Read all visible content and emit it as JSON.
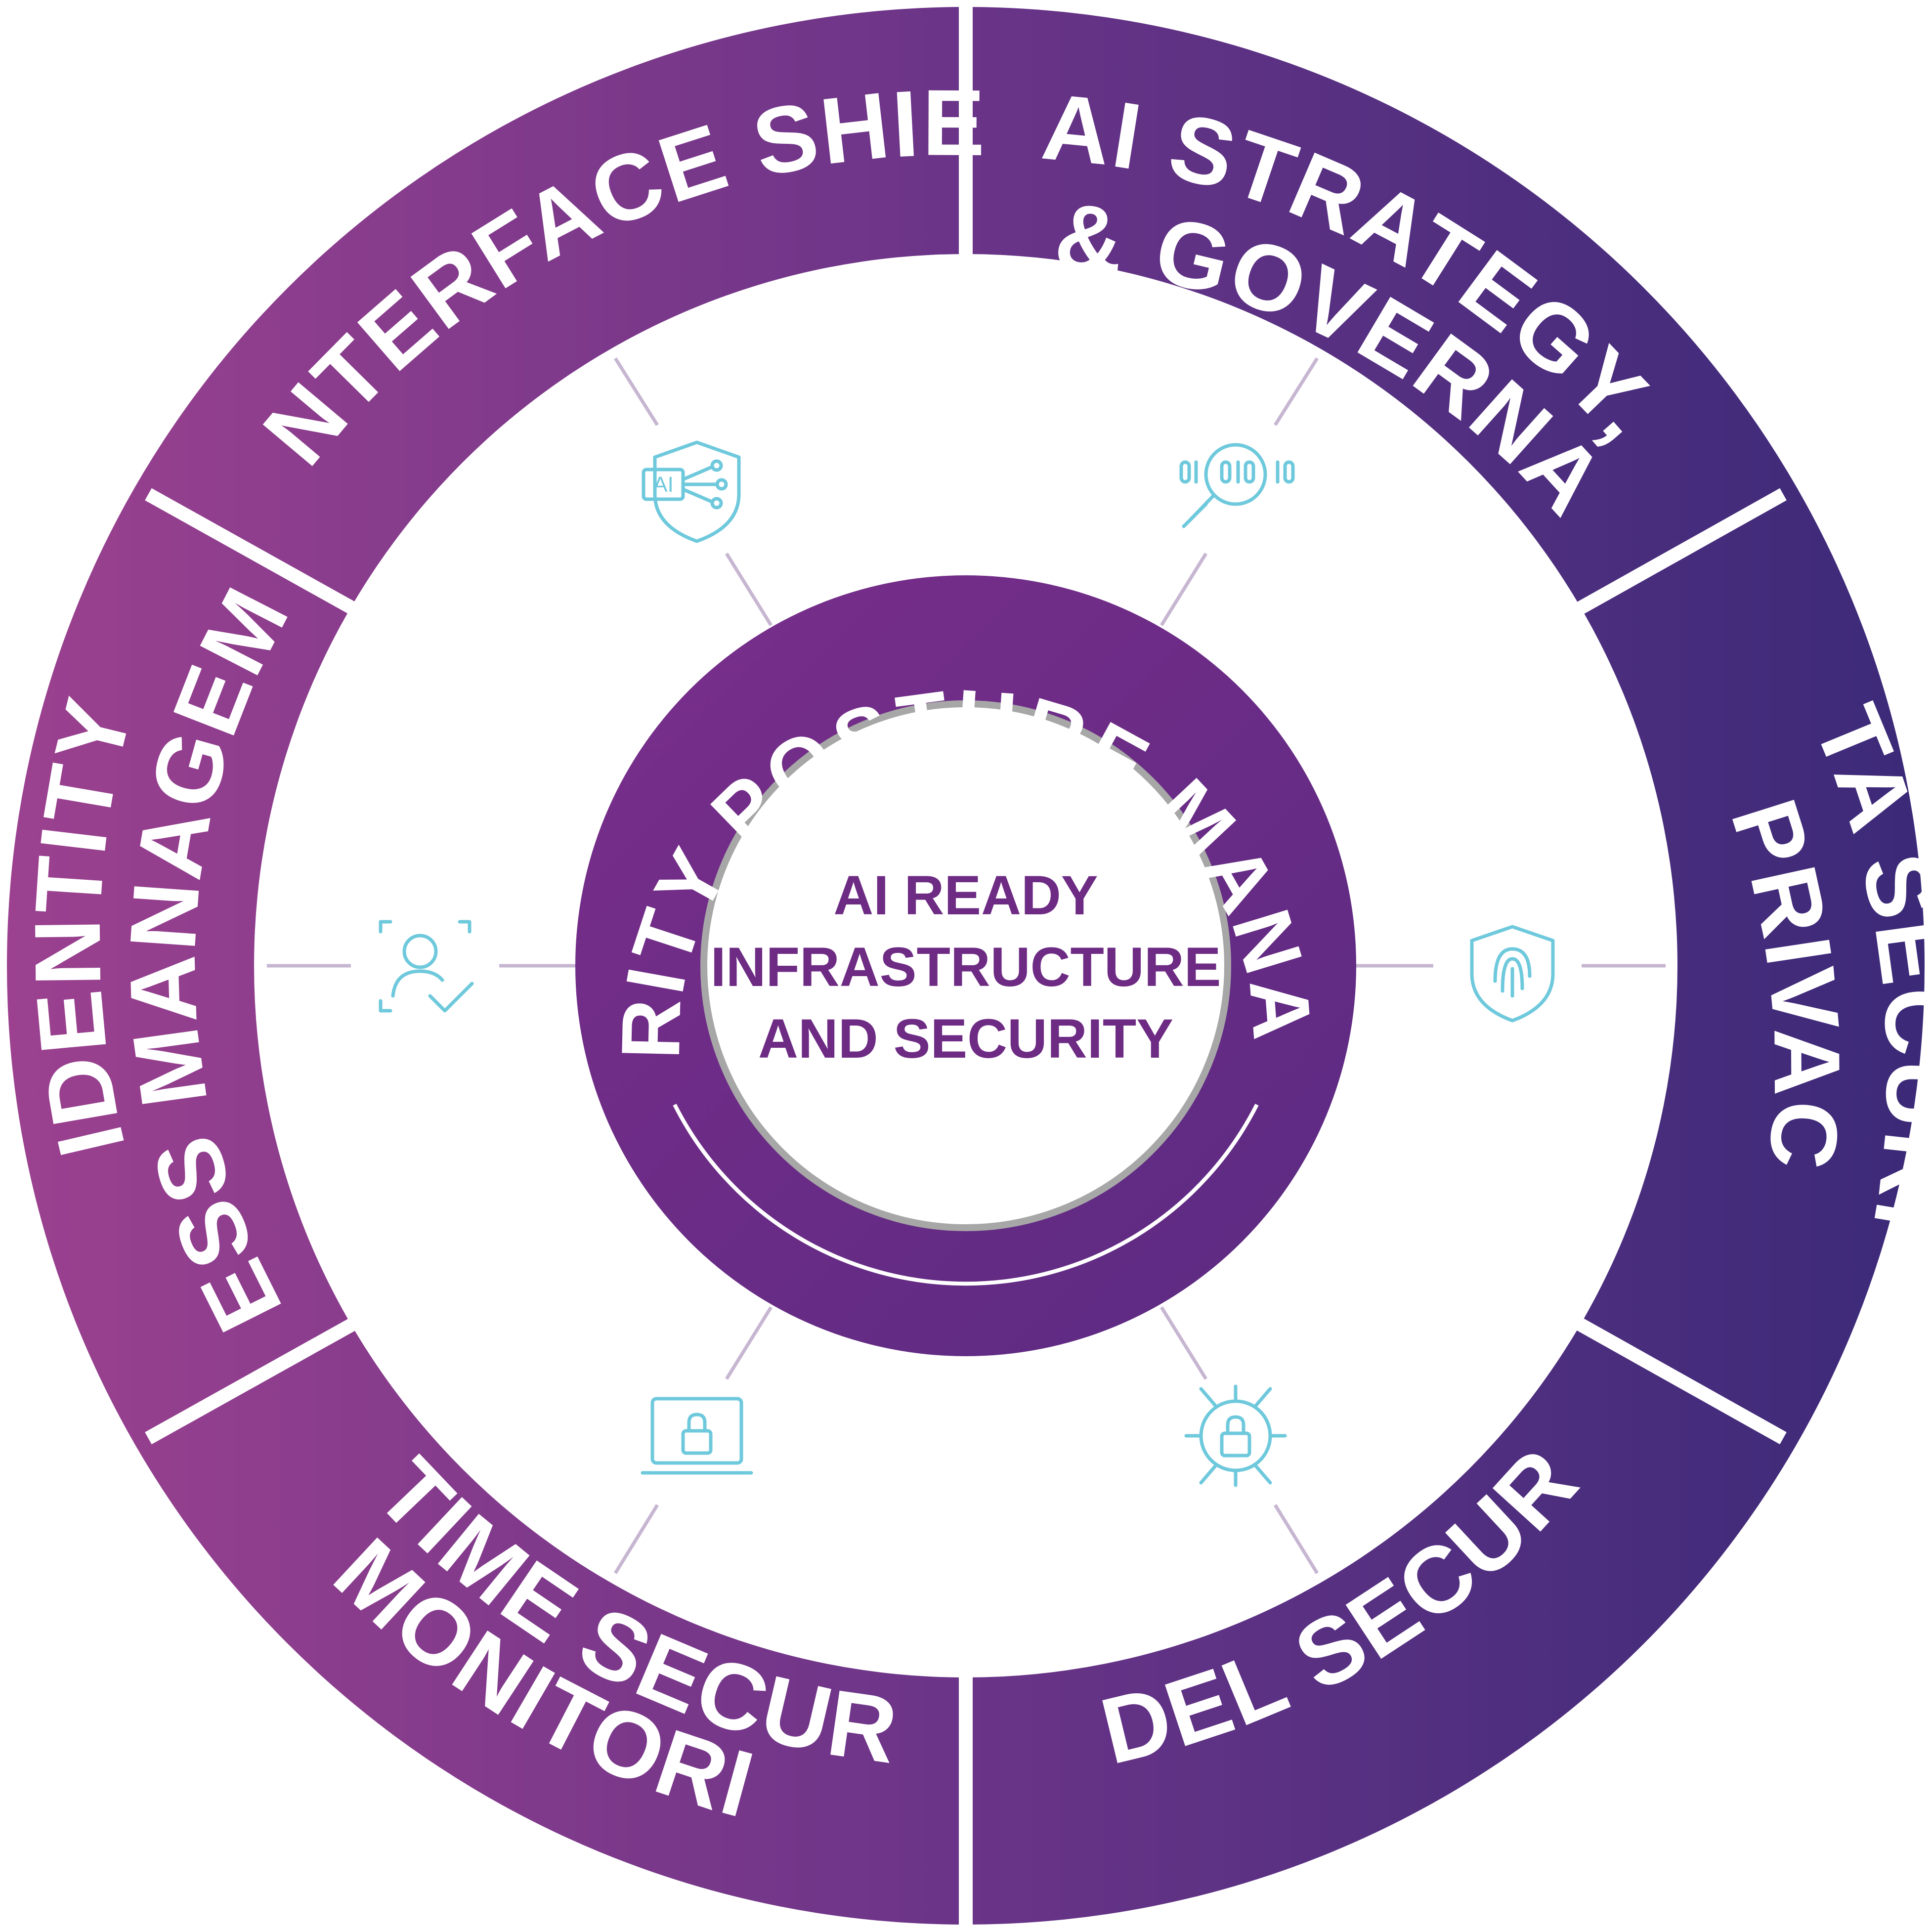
{
  "segments": [
    {
      "id": "ai-interface-shield",
      "lines": [
        "AI INTERFACE SHIELD"
      ]
    },
    {
      "id": "ai-strategy",
      "lines": [
        "AI STRATEGY,",
        "RISK & GOVERNANCE"
      ]
    },
    {
      "id": "data-security",
      "lines": [
        "DATA SECURITY",
        "& PRIVACY"
      ]
    },
    {
      "id": "model-security",
      "lines": [
        "MODEL SECURITY"
      ]
    },
    {
      "id": "run-time-security",
      "lines": [
        "RUN TIME SECURITY",
        "& MONITORING"
      ]
    },
    {
      "id": "ai-identity",
      "lines": [
        "AI IDENTITY &",
        "ACCESS MANAGEMENT"
      ]
    }
  ],
  "inner_ring": {
    "label": "AI SECURITY POSTURE MANAGEMENT"
  },
  "center": {
    "lines": [
      "AI READY",
      "INFRASTRUCTURE",
      "AND SECURITY"
    ]
  },
  "icons": [
    "ai-shield-icon",
    "search-binary-icon",
    "fingerprint-shield-icon",
    "chip-lock-icon",
    "laptop-lock-icon",
    "user-check-icon"
  ],
  "icons_text": {
    "ai_badge": "AI"
  },
  "colors": {
    "purple_light": "#9b418f",
    "purple_dark": "#3b2a78",
    "inner_ring": "#6a2c86",
    "icon": "#6fc9dc",
    "center_text": "#6e2b84"
  }
}
